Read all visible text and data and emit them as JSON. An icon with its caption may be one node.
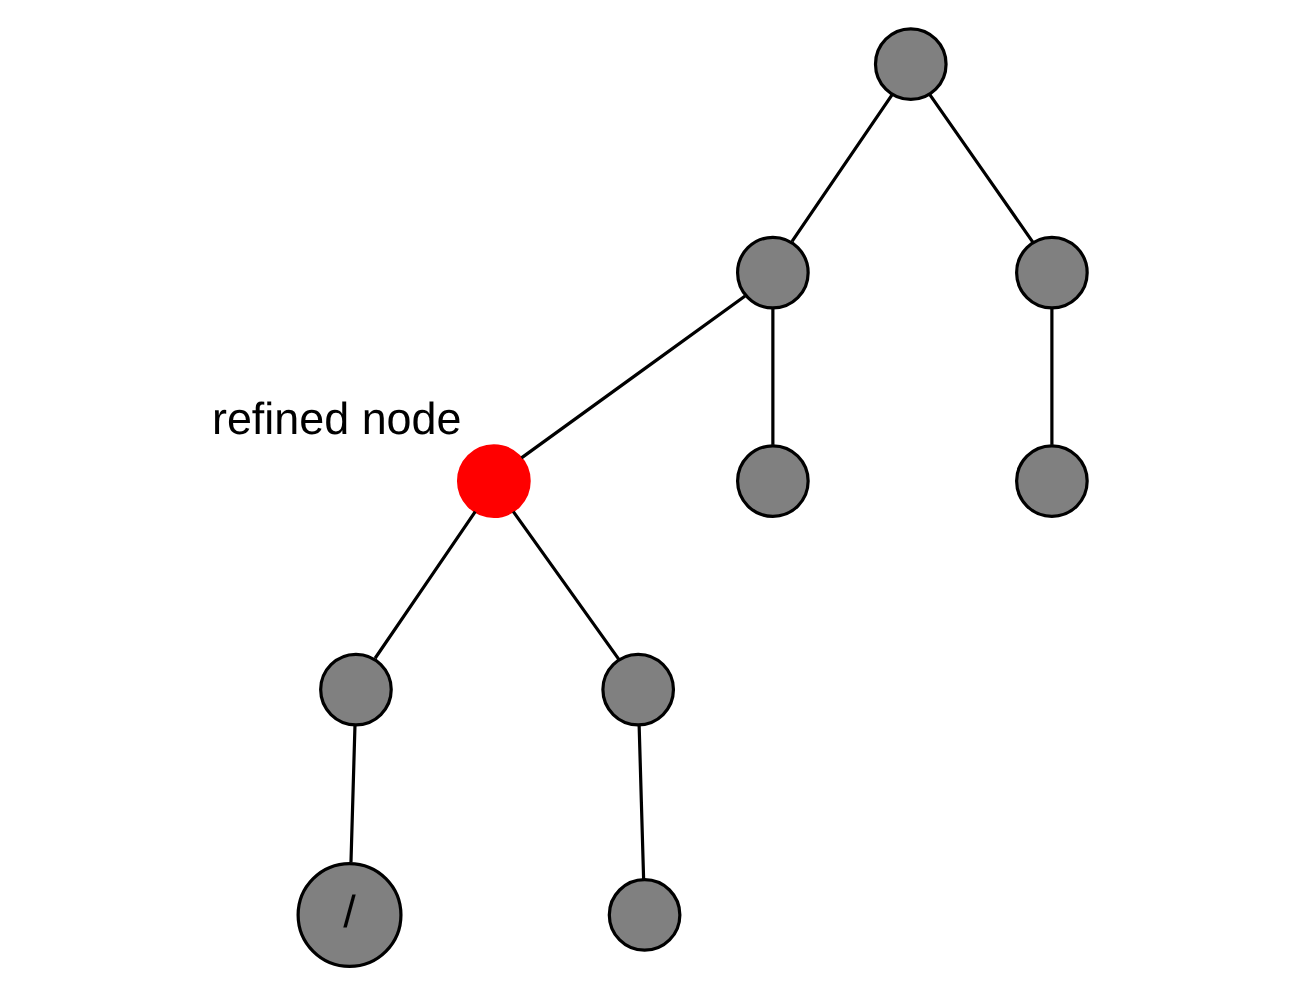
{
  "diagram": {
    "nodes": [
      {
        "text": [],
        "shape": "circle"
      },
      {
        "text": [],
        "shape": "circle"
      },
      {
        "text": [],
        "shape": "circle"
      },
      {
        "text": [],
        "shape": "circle",
        "beside": [
          "refined node"
        ]
      },
      {
        "text": [],
        "shape": "circle"
      },
      {
        "text": [],
        "shape": "circle"
      },
      {
        "text": [],
        "shape": "circle"
      },
      {
        "text": [],
        "shape": "circle"
      },
      {
        "text": [
          "/"
        ]
      },
      {
        "text": [],
        "shape": "circle"
      }
    ],
    "edges": [
      {
        "from": 0,
        "to": 1,
        "arrow": "none"
      },
      {
        "from": 0,
        "to": 2,
        "arrow": "none"
      },
      {
        "from": 1,
        "to": 3,
        "arrow": "none"
      },
      {
        "from": 1,
        "to": 4,
        "arrow": "none"
      },
      {
        "from": 2,
        "to": 5,
        "arrow": "none"
      },
      {
        "from": 3,
        "to": 6,
        "arrow": "none"
      },
      {
        "from": 3,
        "to": 7,
        "arrow": "none"
      },
      {
        "from": 6,
        "to": 8,
        "arrow": "none"
      },
      {
        "from": 7,
        "to": 9,
        "arrow": "none"
      }
    ]
  }
}
